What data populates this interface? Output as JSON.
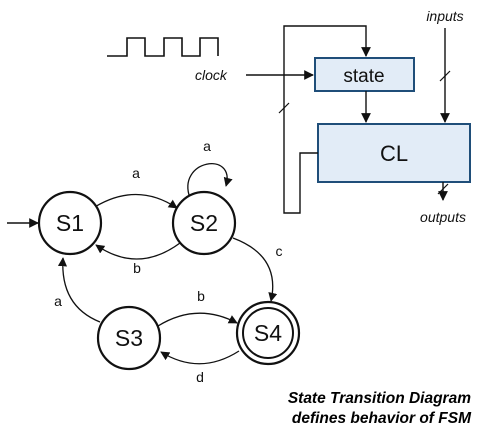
{
  "block_diagram": {
    "clock_label": "clock",
    "inputs_label": "inputs",
    "outputs_label": "outputs",
    "state_label": "state",
    "cl_label": "CL",
    "box_border_color": "#1f4e79",
    "box_fill_color": "#e2ecf7"
  },
  "fsm": {
    "states": [
      {
        "id": "s1",
        "label": "S1"
      },
      {
        "id": "s2",
        "label": "S2"
      },
      {
        "id": "s3",
        "label": "S3"
      },
      {
        "id": "s4",
        "label": "S4",
        "accepting": true
      }
    ],
    "transitions": [
      {
        "from": "S1",
        "to": "S2",
        "label": "a"
      },
      {
        "from": "S2",
        "to": "S2",
        "label": "a"
      },
      {
        "from": "S2",
        "to": "S1",
        "label": "b"
      },
      {
        "from": "S2",
        "to": "S4",
        "label": "c"
      },
      {
        "from": "S3",
        "to": "S1",
        "label": "a"
      },
      {
        "from": "S3",
        "to": "S4",
        "label": "b"
      },
      {
        "from": "S4",
        "to": "S3",
        "label": "d"
      }
    ]
  },
  "caption": {
    "line1": "State Transition Diagram",
    "line2": "defines behavior of FSM"
  }
}
